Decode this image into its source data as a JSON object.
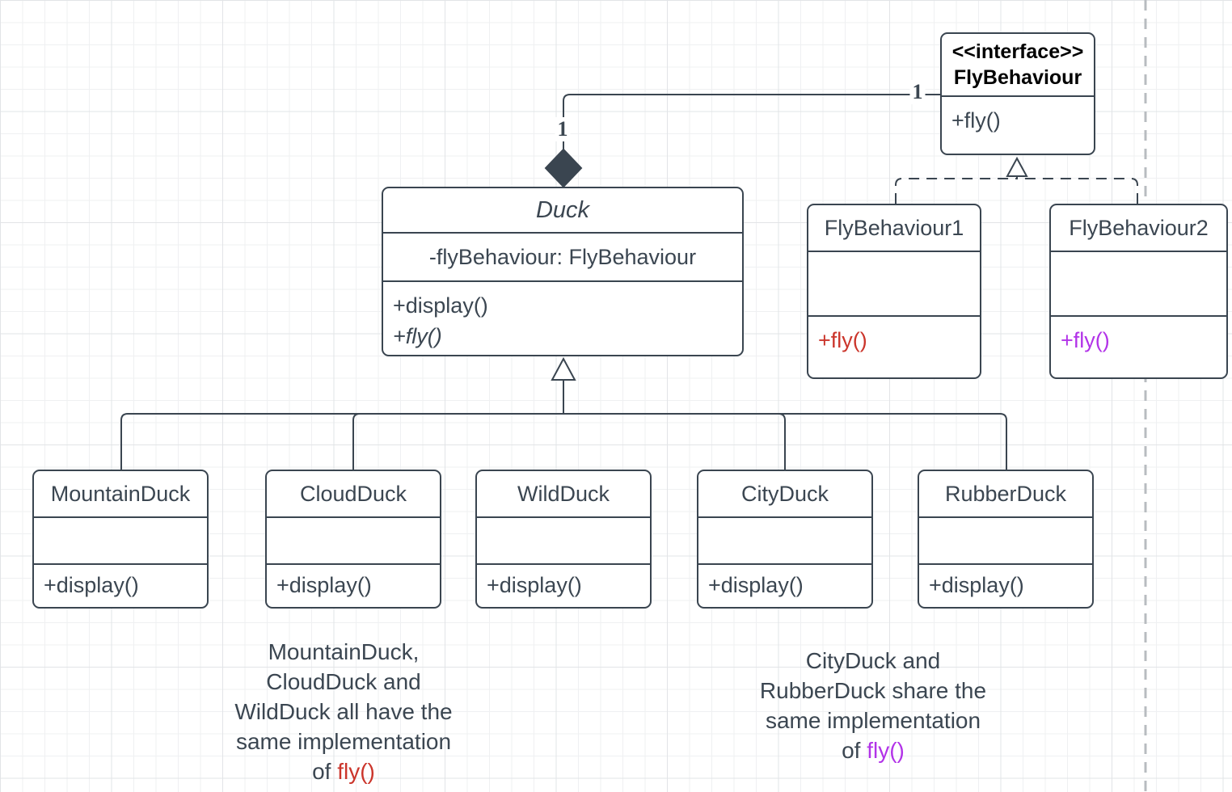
{
  "colors": {
    "text": "#3b4651",
    "stroke": "#3a4550",
    "red": "#cb352b",
    "purple": "#b233e8",
    "boundary_gray": "#b8bcc0"
  },
  "classes": {
    "interface": {
      "stereotype": "<<interface>>",
      "name": "FlyBehaviour",
      "methods": [
        "+fly()"
      ]
    },
    "duck": {
      "name": "Duck",
      "attributes": [
        "-flyBehaviour: FlyBehaviour"
      ],
      "methods": [
        "+display()",
        "+fly()"
      ]
    },
    "flybehaviour1": {
      "name": "FlyBehaviour1",
      "methods": [
        "+fly()"
      ],
      "method_color": "#cb352b"
    },
    "flybehaviour2": {
      "name": "FlyBehaviour2",
      "methods": [
        "+fly()"
      ],
      "method_color": "#b233e8"
    },
    "subclasses": [
      {
        "name": "MountainDuck",
        "method": "+display()"
      },
      {
        "name": "CloudDuck",
        "method": "+display()"
      },
      {
        "name": "WildDuck",
        "method": "+display()"
      },
      {
        "name": "CityDuck",
        "method": "+display()"
      },
      {
        "name": "RubberDuck",
        "method": "+display()"
      }
    ]
  },
  "edges": {
    "composition": {
      "multiplicity_interface_end": "1",
      "multiplicity_duck_end": "1"
    }
  },
  "annotations": {
    "left": {
      "lines": [
        "MountainDuck,",
        "CloudDuck and",
        "WildDuck all have the",
        "same implementation"
      ],
      "last_prefix": "of ",
      "highlight": "fly()",
      "highlight_color": "#cb352b"
    },
    "right": {
      "lines": [
        "CityDuck and",
        "RubberDuck share the",
        "same implementation"
      ],
      "last_prefix": "of ",
      "highlight": "fly()",
      "highlight_color": "#b233e8"
    }
  }
}
